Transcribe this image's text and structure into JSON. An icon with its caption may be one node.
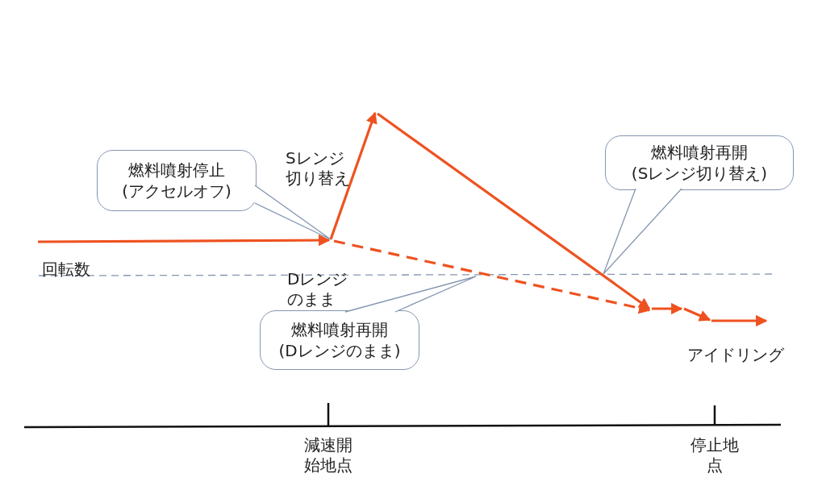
{
  "diagram": {
    "nodes": [
      {
        "text": [
          "燃料噴射停止",
          "(アクセルオフ)"
        ]
      },
      {
        "text": [
          "燃料噴射再開",
          "(Dレンジのまま)"
        ]
      },
      {
        "text": [
          "燃料噴射再開",
          "(Sレンジ切り替え)"
        ]
      }
    ],
    "labels": [
      "Sレンジ切り替え",
      "回転数",
      "Dレンジのまま",
      "アイドリング",
      "減速開始地点",
      "停止地点"
    ]
  }
}
